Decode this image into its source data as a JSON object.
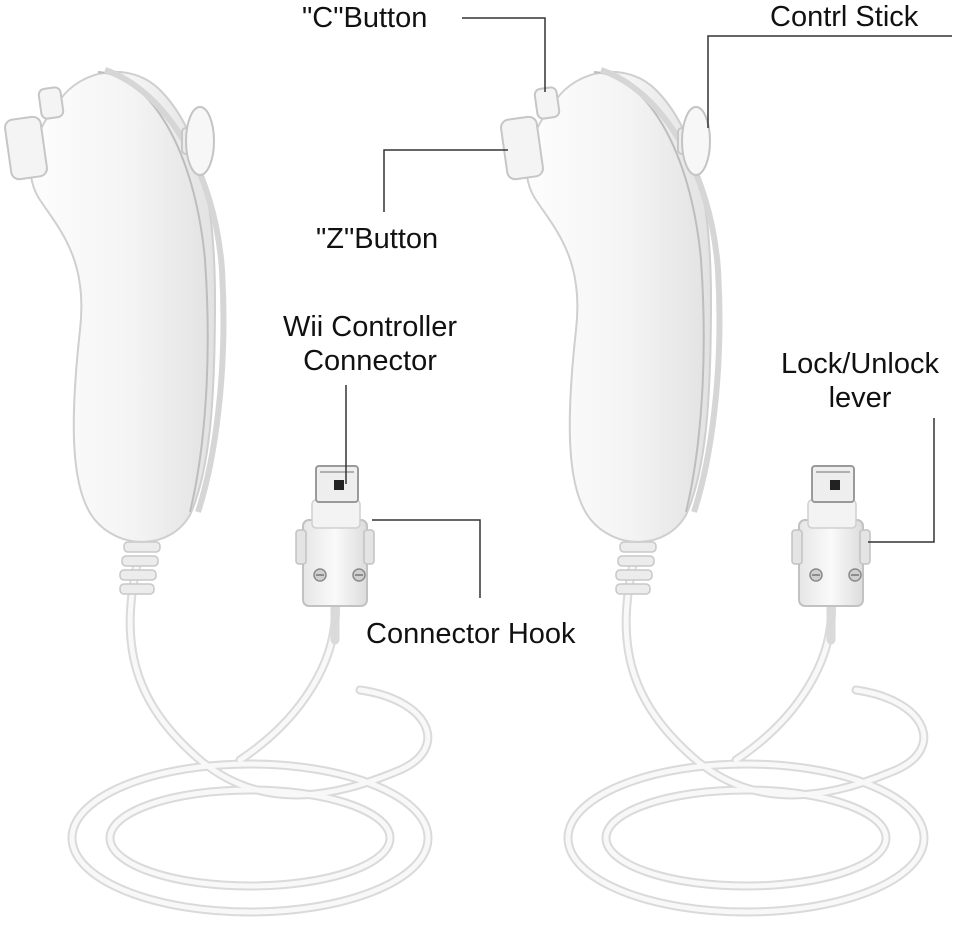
{
  "labels": {
    "c_button": "\"C\"Button",
    "control_stick": "Contrl Stick",
    "z_button": "\"Z\"Button",
    "wii_connector_line1": "Wii Controller",
    "wii_connector_line2": "Connector",
    "lock_line1": "Lock/Unlock",
    "lock_line2": "lever",
    "connector_hook": "Connector Hook"
  },
  "colors": {
    "body": "#f7f7f7",
    "shadow": "#dedede",
    "outline": "#c9c9c9",
    "leader": "#333333",
    "text": "#111111"
  }
}
